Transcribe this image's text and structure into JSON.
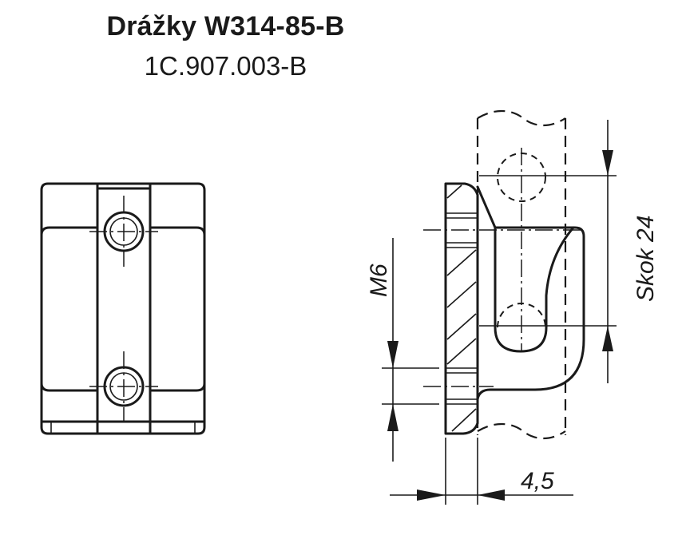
{
  "title": "Drážky W314-85-B",
  "subtitle": "1C.907.003-B",
  "dimensions": {
    "thread": "M6",
    "pitch": "Skok 24",
    "thickness": "4,5"
  },
  "colors": {
    "ink": "#1a1a1a",
    "background": "#ffffff"
  }
}
